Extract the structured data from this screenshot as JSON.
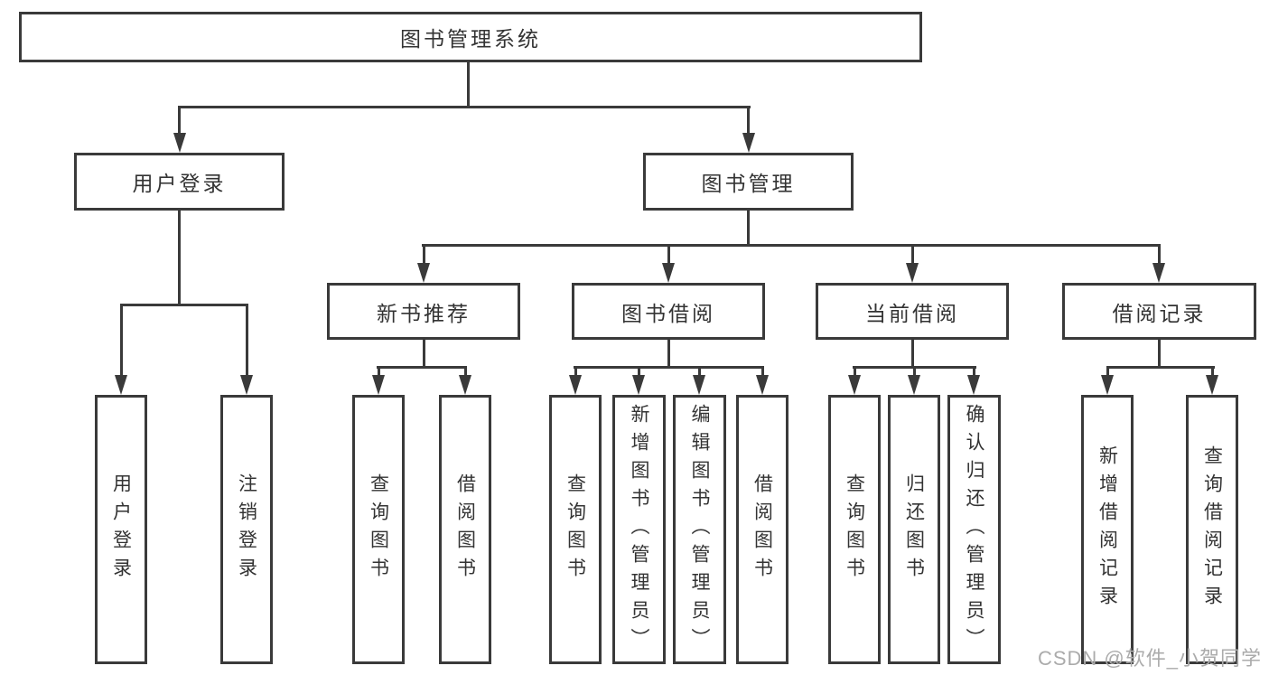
{
  "tree": {
    "label": "图书管理系统",
    "children": [
      {
        "label": "用户登录",
        "children": [
          {
            "label": "用户登录"
          },
          {
            "label": "注销登录"
          }
        ]
      },
      {
        "label": "图书管理",
        "children": [
          {
            "label": "新书推荐",
            "children": [
              {
                "label": "查询图书"
              },
              {
                "label": "借阅图书"
              }
            ]
          },
          {
            "label": "图书借阅",
            "children": [
              {
                "label": "查询图书"
              },
              {
                "label": "新增图书（管理员）"
              },
              {
                "label": "编辑图书（管理员）"
              },
              {
                "label": "借阅图书"
              }
            ]
          },
          {
            "label": "当前借阅",
            "children": [
              {
                "label": "查询图书"
              },
              {
                "label": "归还图书"
              },
              {
                "label": "确认归还（管理员）"
              }
            ]
          },
          {
            "label": "借阅记录",
            "children": [
              {
                "label": "新增借阅记录"
              },
              {
                "label": "查询借阅记录"
              }
            ]
          }
        ]
      }
    ]
  },
  "watermark": {
    "text": "CSDN @软件_小贺同学",
    "color": "#ababab"
  },
  "colors": {
    "line": "#3a3a3a",
    "text": "#333333",
    "background": "#ffffff"
  }
}
